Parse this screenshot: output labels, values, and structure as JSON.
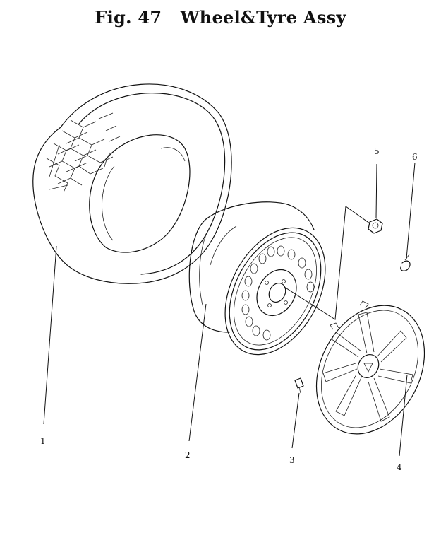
{
  "figure": {
    "number": "Fig. 47",
    "title": "Wheel&Tyre Assy"
  },
  "parts": [
    {
      "callout": "1"
    },
    {
      "callout": "2"
    },
    {
      "callout": "3"
    },
    {
      "callout": "4"
    },
    {
      "callout": "5"
    },
    {
      "callout": "6"
    }
  ]
}
